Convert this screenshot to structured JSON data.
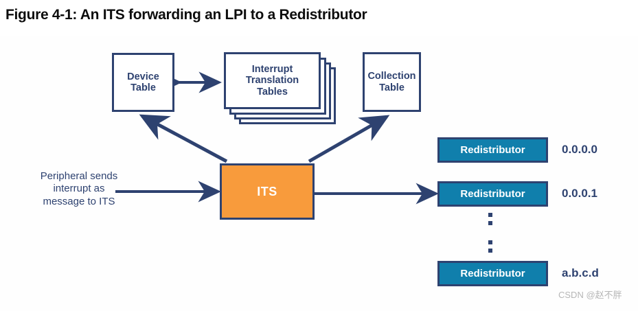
{
  "figure": {
    "title": "Figure 4-1: An ITS forwarding an LPI to a Redistributor"
  },
  "diagram": {
    "device_table": {
      "line1": "Device",
      "line2": "Table"
    },
    "interrupt_translation_tables": {
      "line1": "Interrupt",
      "line2": "Translation",
      "line3": "Tables",
      "layer_count": 4
    },
    "collection_table": {
      "line1": "Collection",
      "line2": "Table"
    },
    "its": {
      "label": "ITS"
    },
    "peripheral_caption": {
      "line1": "Peripheral sends",
      "line2": "interrupt as",
      "line3": "message to ITS"
    },
    "redistributors": [
      {
        "label": "Redistributor",
        "address": "0.0.0.0"
      },
      {
        "label": "Redistributor",
        "address": "0.0.0.1"
      },
      {
        "label": "Redistributor",
        "address": "a.b.c.d"
      }
    ],
    "ellipsis": "vertical-dots",
    "colors": {
      "its_fill": "#F89B3C",
      "redistributor_fill": "#107FAC",
      "outline": "#2E4270",
      "text_navy": "#2E4270",
      "background": "#FFFFFF"
    }
  },
  "watermark": {
    "text": "CSDN @赵不胖"
  }
}
